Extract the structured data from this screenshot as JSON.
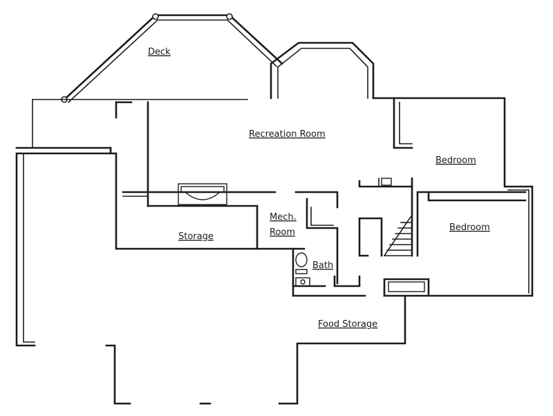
{
  "rooms": {
    "deck": "Deck",
    "recreation_room": "Recreation Room",
    "bedroom_upper": "Bedroom",
    "bedroom_lower": "Bedroom",
    "storage": "Storage",
    "mech_line1": "Mech.",
    "mech_line2": "Room",
    "bath": "Bath",
    "food_storage": "Food Storage"
  },
  "colors": {
    "ink": "#1a1a1a",
    "paper": "#ffffff"
  }
}
